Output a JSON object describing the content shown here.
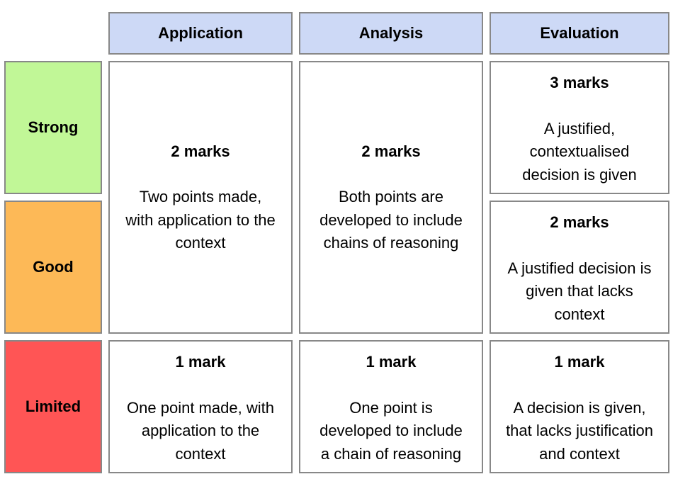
{
  "colors": {
    "header_bg": "#cdd9f6",
    "strong": "#c1f797",
    "good": "#fdb957",
    "limited": "#ff5555",
    "border": "#888888"
  },
  "columns": [
    "Application",
    "Analysis",
    "Evaluation"
  ],
  "levels": [
    "Strong",
    "Good",
    "Limited"
  ],
  "cells": {
    "application_strong_good": {
      "marks": "2 marks",
      "lines": [
        "Two points made,",
        "with application to the",
        "context"
      ]
    },
    "analysis_strong_good": {
      "marks": "2 marks",
      "lines": [
        "Both points are",
        "developed to include",
        "chains of reasoning"
      ]
    },
    "evaluation_strong": {
      "marks": "3 marks",
      "lines": [
        "A justified,",
        "contextualised",
        "decision is given"
      ]
    },
    "evaluation_good": {
      "marks": "2 marks",
      "lines": [
        "A justified decision is",
        "given that lacks",
        "context"
      ]
    },
    "application_limited": {
      "marks": "1 mark",
      "lines": [
        "One point made, with",
        "application to the",
        "context"
      ]
    },
    "analysis_limited": {
      "marks": "1 mark",
      "lines": [
        "One point is",
        "developed to include",
        "a chain of reasoning"
      ]
    },
    "evaluation_limited": {
      "marks": "1 mark",
      "lines": [
        "A decision is given,",
        "that lacks justification",
        "and context"
      ]
    }
  }
}
